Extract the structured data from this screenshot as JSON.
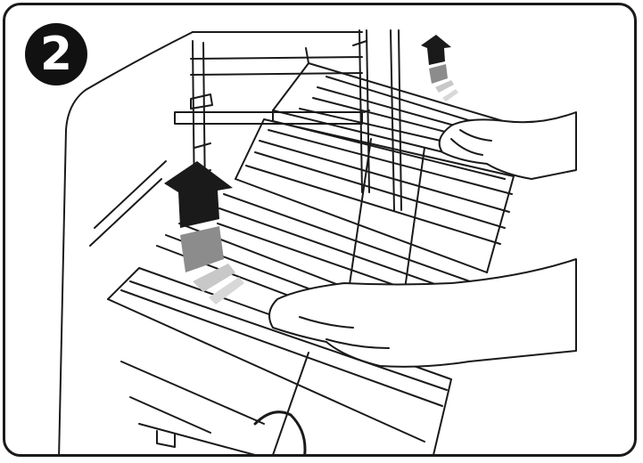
{
  "step": {
    "number": "2"
  },
  "illustration": {
    "subject": "oven-rack-removal",
    "arrow_direction": "up-and-out",
    "colors": {
      "stroke": "#1a1a1a",
      "arrow_dark": "#1a1a1a",
      "arrow_mid": "#8c8c8c",
      "arrow_light": "#d4d4d4",
      "background": "#ffffff"
    }
  }
}
